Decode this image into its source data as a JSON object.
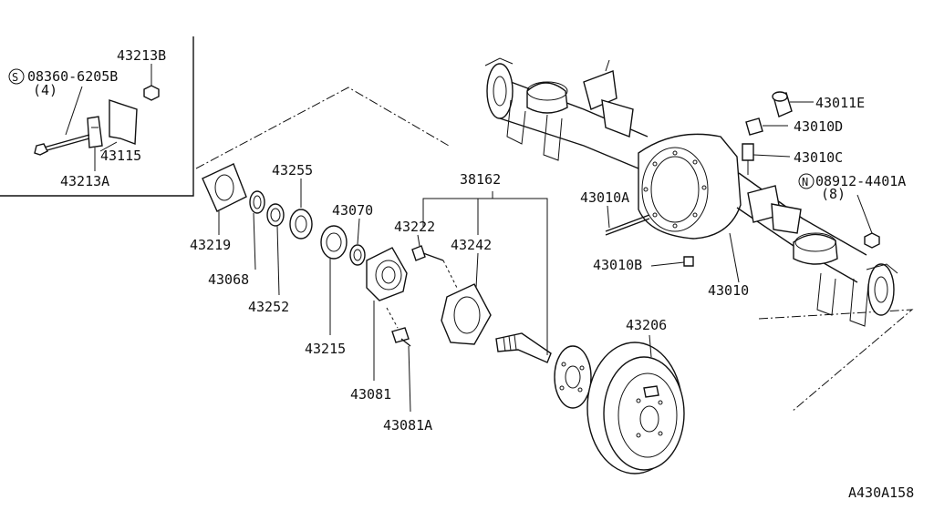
{
  "diagram": {
    "code": "A430A158",
    "labels": {
      "p43213B": "43213B",
      "p08360": "08360-6205B",
      "p08360_qty": "(4)",
      "p43115": "43115",
      "p43213A": "43213A",
      "p43011E": "43011E",
      "p43010D": "43010D",
      "p43010C": "43010C",
      "p08912": "08912-4401A",
      "p08912_qty": "(8)",
      "p43010A": "43010A",
      "p43010B": "43010B",
      "p43010": "43010",
      "p38162": "38162",
      "p43222": "43222",
      "p43242": "43242",
      "p43255": "43255",
      "p43070": "43070",
      "p43219": "43219",
      "p43068": "43068",
      "p43252": "43252",
      "p43215": "43215",
      "p43081": "43081",
      "p43081A": "43081A",
      "p43206": "43206"
    },
    "symbols": {
      "screw": "S",
      "nut": "N"
    }
  }
}
